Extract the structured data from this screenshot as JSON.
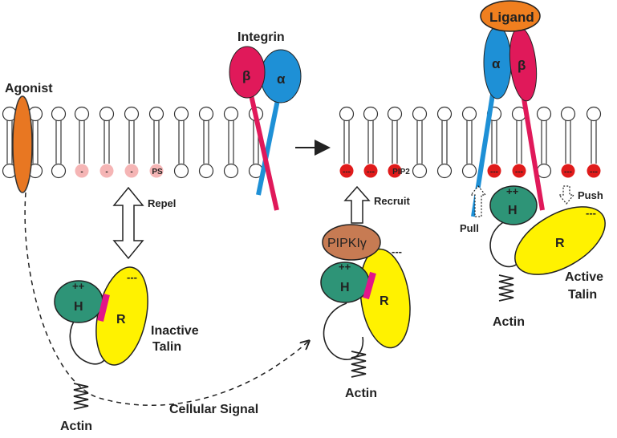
{
  "labels": {
    "agonist": "Agonist",
    "integrin": "Integrin",
    "ligand": "Ligand",
    "repel": "Repel",
    "recruit": "Recruit",
    "pull": "Pull",
    "push": "Push",
    "inactive_talin_line1": "Inactive",
    "inactive_talin_line2": "Talin",
    "active_talin_line1": "Active",
    "active_talin_line2": "Talin",
    "actin": "Actin",
    "cellular_signal": "Cellular Signal",
    "pipki": "PIPKIγ",
    "ps": "PS",
    "pip2": "PIP2",
    "alpha": "α",
    "beta": "β",
    "head": "H",
    "rod": "R",
    "plus": "++",
    "minus_single": "-",
    "minus_triple": "---"
  },
  "colors": {
    "agonist": "#e87722",
    "ligand": "#f07f1f",
    "integrin_alpha": "#1e90d6",
    "integrin_beta": "#e0195a",
    "talin_head": "#2e9477",
    "talin_rod": "#fff200",
    "talin_linker": "#e2148a",
    "pipki": "#c77b53",
    "ps_headgroup": "#f5b5b5",
    "pip2_headgroup": "#e01b1b"
  }
}
